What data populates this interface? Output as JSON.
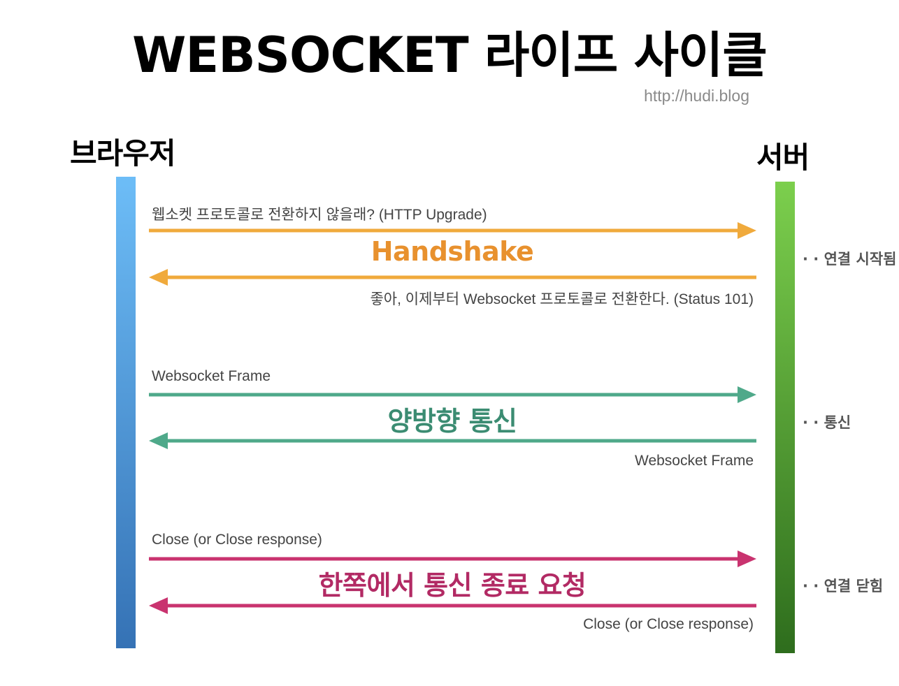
{
  "title": "WEBSOCKET 라이프 사이클",
  "source": "http://hudi.blog",
  "actors": {
    "client": {
      "label": "브라우저",
      "color_top": "#6dbdf7",
      "color_bottom": "#3572b5"
    },
    "server": {
      "label": "서버",
      "color_top": "#7ccf4d",
      "color_bottom": "#2e6d1d"
    }
  },
  "phases": [
    {
      "name": "Handshake",
      "color": "#f0aa3c",
      "label_color": "#e8912e",
      "request": "웹소켓 프로토콜로 전환하지 않을래? (HTTP Upgrade)",
      "response": "좋아, 이제부터 Websocket 프로토콜로 전환한다. (Status 101)",
      "note": "· · 연결 시작됨"
    },
    {
      "name": "양방향 통신",
      "color": "#4fa98a",
      "label_color": "#3b8c72",
      "request": "Websocket Frame",
      "response": "Websocket Frame",
      "note": "· · 통신"
    },
    {
      "name": "한쪽에서 통신 종료 요청",
      "color": "#c9336f",
      "label_color": "#b22a64",
      "request": "Close (or Close response)",
      "response": "Close (or Close response)",
      "note": "· · 연결 닫힘"
    }
  ]
}
